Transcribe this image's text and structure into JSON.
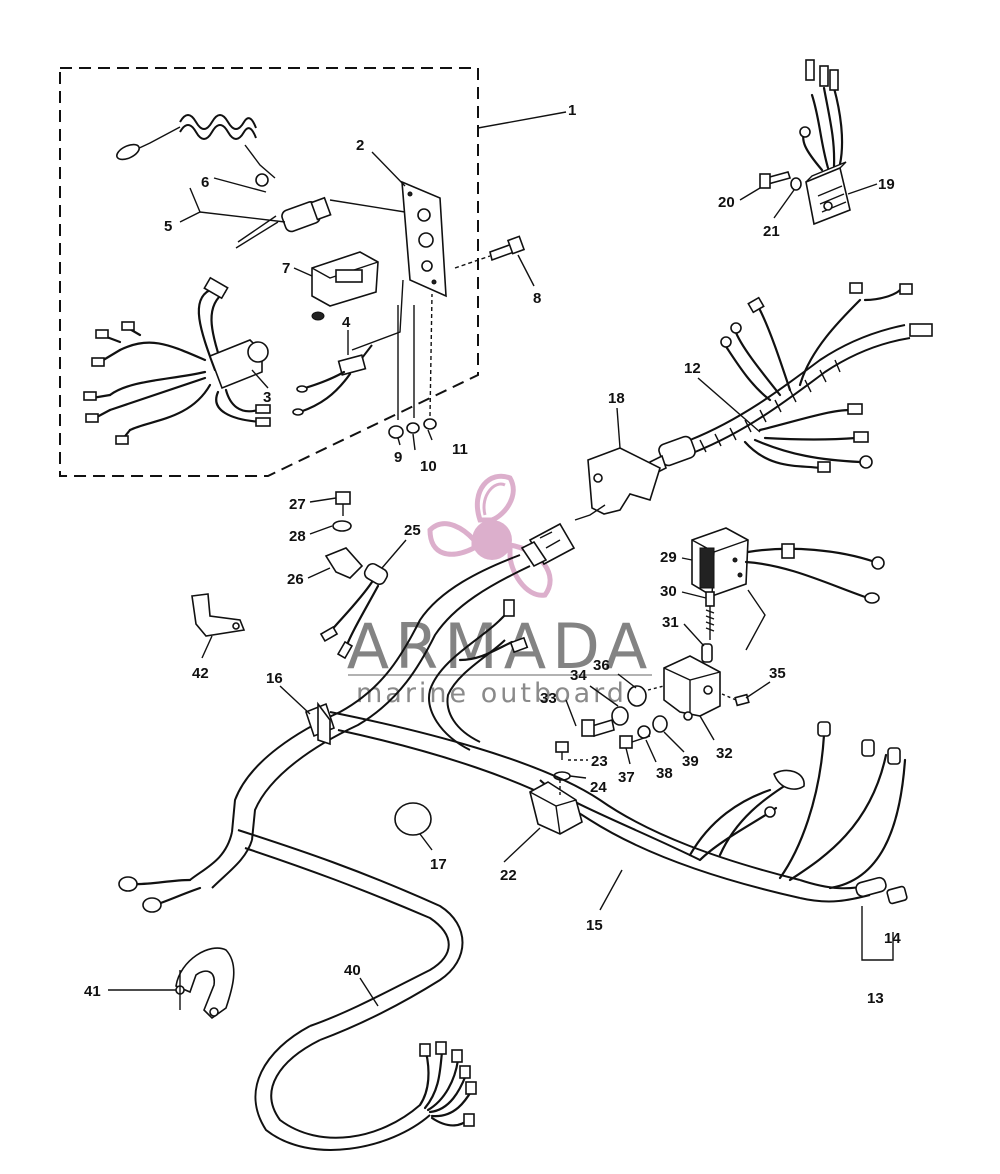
{
  "watermark": {
    "brand": "ARMADA",
    "tagline": "marine outboards",
    "logo_color": "#d9a7c7",
    "text_color": "#6e6e6e"
  },
  "callouts": [
    {
      "id": "c1",
      "text": "1"
    },
    {
      "id": "c2",
      "text": "2"
    },
    {
      "id": "c3",
      "text": "3"
    },
    {
      "id": "c4",
      "text": "4"
    },
    {
      "id": "c5",
      "text": "5"
    },
    {
      "id": "c6",
      "text": "6"
    },
    {
      "id": "c7",
      "text": "7"
    },
    {
      "id": "c8",
      "text": "8"
    },
    {
      "id": "c9",
      "text": "9"
    },
    {
      "id": "c10",
      "text": "10"
    },
    {
      "id": "c11",
      "text": "11"
    },
    {
      "id": "c12",
      "text": "12"
    },
    {
      "id": "c13",
      "text": "13"
    },
    {
      "id": "c14",
      "text": "14"
    },
    {
      "id": "c15",
      "text": "15"
    },
    {
      "id": "c16",
      "text": "16"
    },
    {
      "id": "c17",
      "text": "17"
    },
    {
      "id": "c18",
      "text": "18"
    },
    {
      "id": "c19",
      "text": "19"
    },
    {
      "id": "c20",
      "text": "20"
    },
    {
      "id": "c21",
      "text": "21"
    },
    {
      "id": "c22",
      "text": "22"
    },
    {
      "id": "c23",
      "text": "23"
    },
    {
      "id": "c24",
      "text": "24"
    },
    {
      "id": "c25",
      "text": "25"
    },
    {
      "id": "c26",
      "text": "26"
    },
    {
      "id": "c27",
      "text": "27"
    },
    {
      "id": "c28",
      "text": "28"
    },
    {
      "id": "c29",
      "text": "29"
    },
    {
      "id": "c30",
      "text": "30"
    },
    {
      "id": "c31",
      "text": "31"
    },
    {
      "id": "c32",
      "text": "32"
    },
    {
      "id": "c33",
      "text": "33"
    },
    {
      "id": "c34",
      "text": "34"
    },
    {
      "id": "c35",
      "text": "35"
    },
    {
      "id": "c36",
      "text": "36"
    },
    {
      "id": "c37",
      "text": "37"
    },
    {
      "id": "c38",
      "text": "38"
    },
    {
      "id": "c39",
      "text": "39"
    },
    {
      "id": "c40",
      "text": "40"
    },
    {
      "id": "c41",
      "text": "41"
    },
    {
      "id": "c42",
      "text": "42"
    }
  ]
}
